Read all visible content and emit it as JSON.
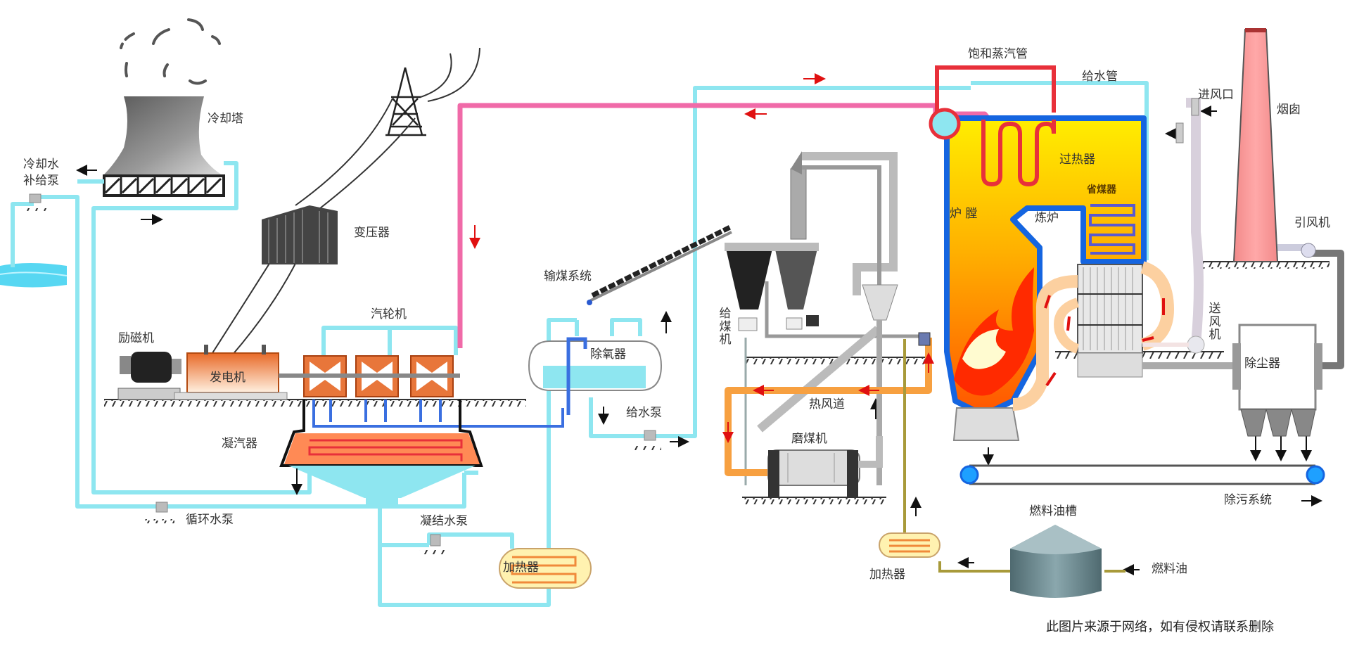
{
  "title": "火力发电厂工艺流程示意图",
  "labels": {
    "cooling_tower": "冷却塔",
    "makeup_pump": "冷却水\n补给泵",
    "makeup_pump_line1": "冷却水",
    "makeup_pump_line2": "补给泵",
    "transformer": "变压器",
    "exciter": "励磁机",
    "generator": "发电机",
    "turbine": "汽轮机",
    "condenser": "凝汽器",
    "circulating_pump": "循环水泵",
    "condensate_pump": "凝结水泵",
    "heater_low": "加热器",
    "coal_conveyor": "输煤系统",
    "deaerator": "除氧器",
    "feed_pump": "给水泵",
    "coal_feeder": "给煤机",
    "hot_air_duct": "热风道",
    "coal_mill": "磨煤机",
    "saturated_steam_pipe": "饱和蒸汽管",
    "feed_water_pipe": "给水管",
    "superheater": "过热器",
    "economizer": "省煤器",
    "furnace_chamber": "炉  膛",
    "boiler": "炼炉",
    "air_inlet": "进风口",
    "chimney": "烟囱",
    "induced_draft_fan": "引风机",
    "forced_draft_fan": "送风机",
    "dust_collector": "除尘器",
    "sewage_system": "除污系统",
    "fuel_oil_tank": "燃料油槽",
    "fuel_oil": "燃料油",
    "heater_oil": "加热器"
  },
  "watermark": "此图片来源于网络，如有侵权请联系删除",
  "colors": {
    "water_pipe": "#8ee6f0",
    "steam_pipe_pink": "#f06aa8",
    "steam_pipe_red": "#e8303a",
    "feed_pipe_blue": "#3a6fe0",
    "hot_air": "#f7a040",
    "flow_arrow_red": "#e01010",
    "boiler_wall": "#1565e0",
    "furnace_fill_top": "#ffee00",
    "furnace_fill_bottom": "#ff6a00",
    "chimney": "#f59a9a",
    "machine_orange": "#e8763a",
    "oil_pipe": "#a89a3a",
    "tank_gray": "#6f8a90"
  }
}
